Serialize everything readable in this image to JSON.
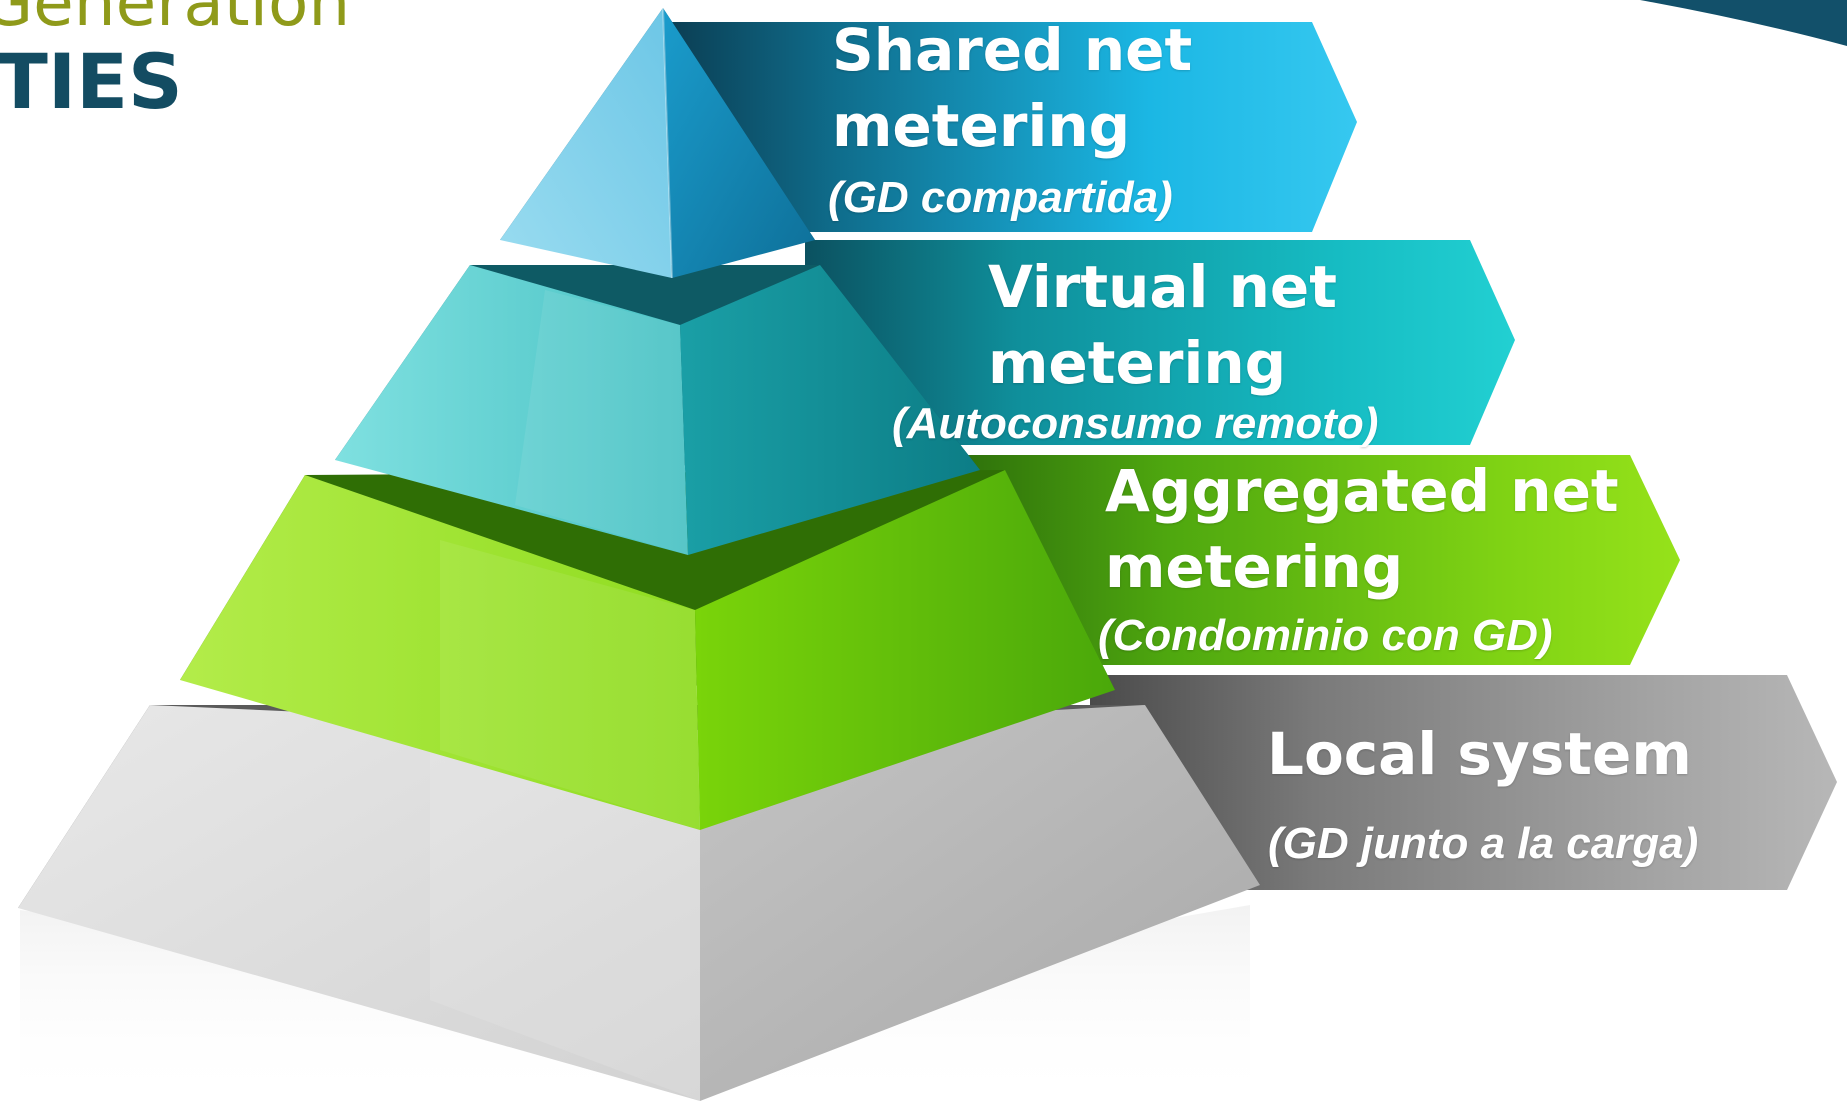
{
  "header": {
    "line1": "Generation",
    "line2": "TIES"
  },
  "levels": [
    {
      "id": "shared",
      "title": "Shared net\nmetering",
      "subtitle": "(GD compartida)",
      "color": "#1bb7e4"
    },
    {
      "id": "virtual",
      "title": "Virtual net\nmetering",
      "subtitle": "(Autoconsumo remoto)",
      "color": "#19c4c6"
    },
    {
      "id": "aggregated",
      "title": "Aggregated net\nmetering",
      "subtitle": "(Condominio con GD)",
      "color": "#7fd214"
    },
    {
      "id": "local",
      "title": "Local system",
      "subtitle": "(GD junto a la carga)",
      "color": "#a9a9a9"
    }
  ]
}
